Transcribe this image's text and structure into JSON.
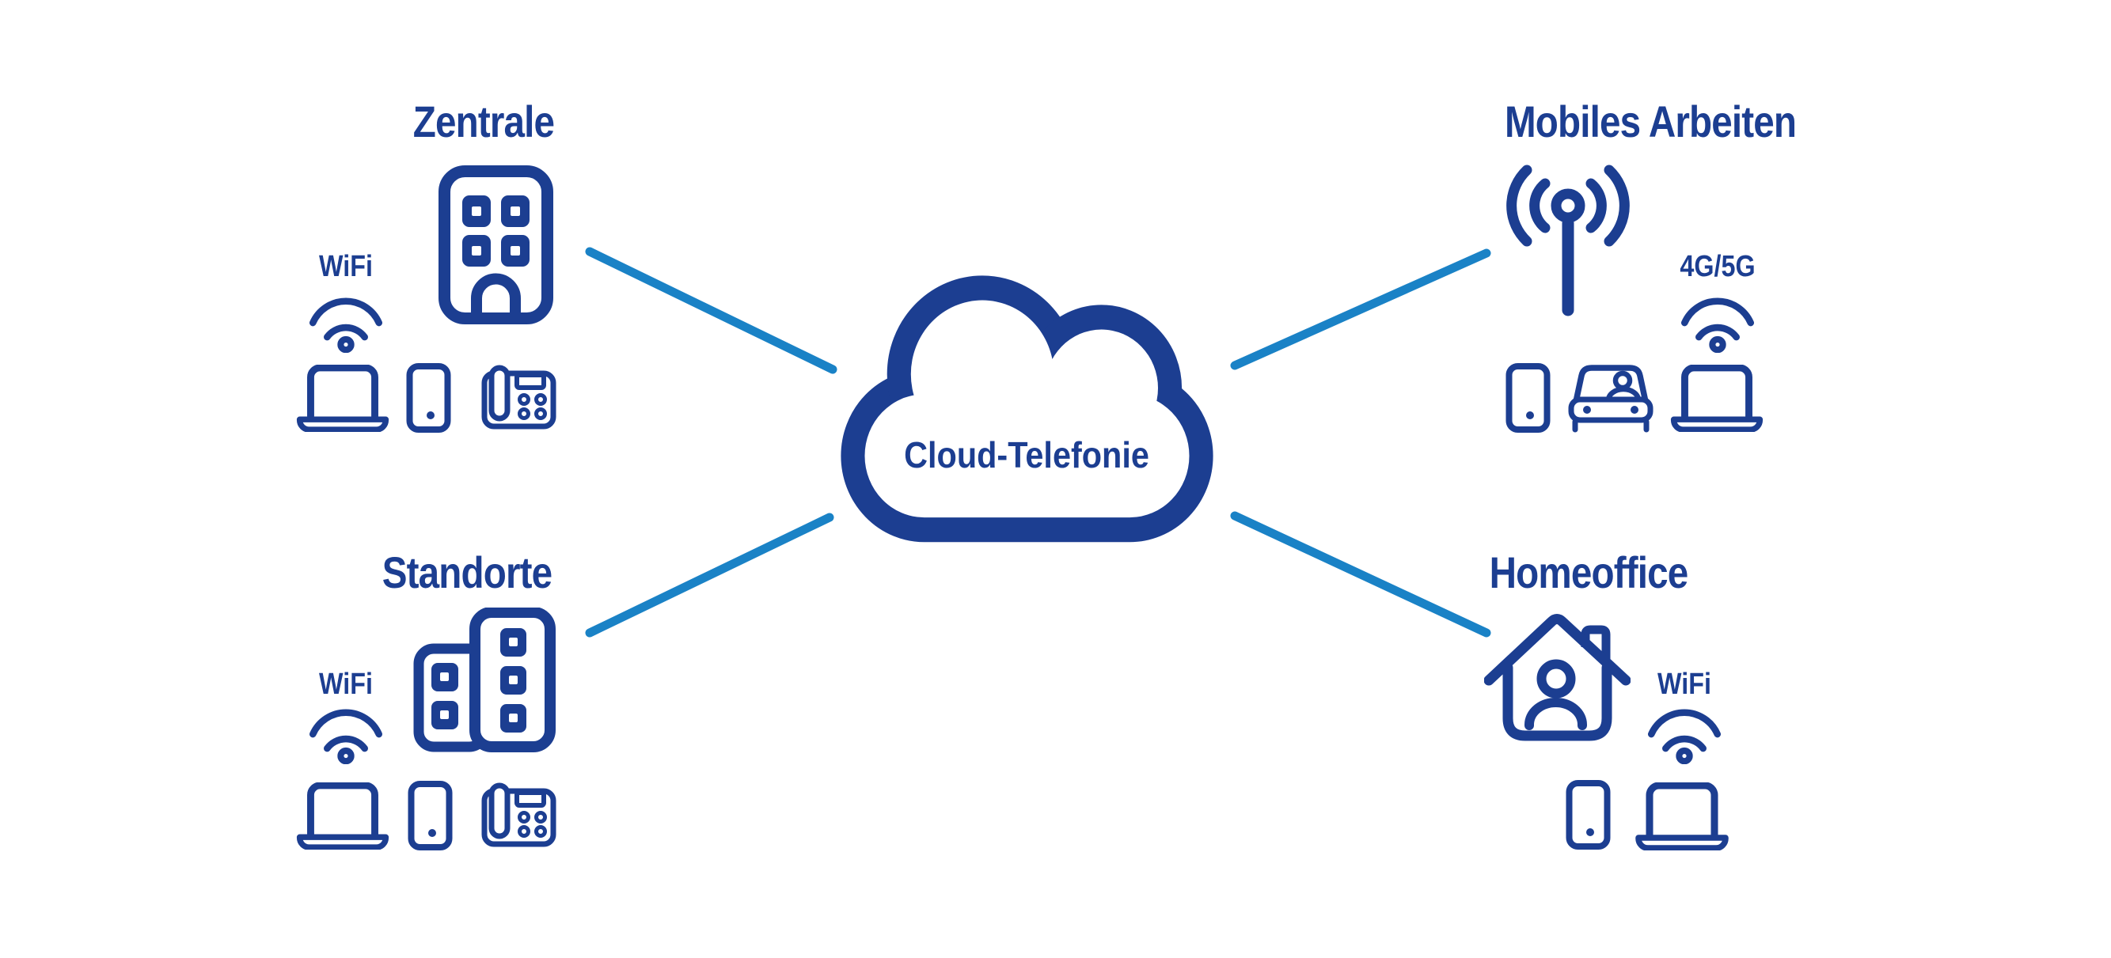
{
  "diagram": {
    "kind": "cloud-telephony-infographic",
    "center": {
      "label": "Cloud-Telefonie",
      "icon": "cloud-icon"
    },
    "quadrants": {
      "zentrale": {
        "title": "Zentrale",
        "site_icon": "office-building-icon",
        "connection_label": "WiFi",
        "connection_icon": "wifi-icon",
        "devices": [
          "laptop",
          "smartphone",
          "desk-phone"
        ]
      },
      "mobiles_arbeiten": {
        "title": "Mobiles Arbeiten",
        "site_icon": "cell-antenna-icon",
        "connection_label": "4G/5G",
        "connection_icon": "wifi-icon",
        "devices": [
          "smartphone",
          "car",
          "laptop"
        ]
      },
      "standorte": {
        "title": "Standorte",
        "site_icon": "office-buildings-icon",
        "connection_label": "WiFi",
        "connection_icon": "wifi-icon",
        "devices": [
          "laptop",
          "smartphone",
          "desk-phone"
        ]
      },
      "homeoffice": {
        "title": "Homeoffice",
        "site_icon": "house-person-icon",
        "connection_label": "WiFi",
        "connection_icon": "wifi-icon",
        "devices": [
          "smartphone",
          "laptop"
        ]
      }
    },
    "connections": [
      {
        "from": "zentrale",
        "to": "cloud"
      },
      {
        "from": "mobiles_arbeiten",
        "to": "cloud"
      },
      {
        "from": "standorte",
        "to": "cloud"
      },
      {
        "from": "homeoffice",
        "to": "cloud"
      }
    ],
    "colors": {
      "primary_dark_blue": "#1c3e91",
      "accent_light_blue": "#1a82c6",
      "background": "#ffffff"
    }
  }
}
